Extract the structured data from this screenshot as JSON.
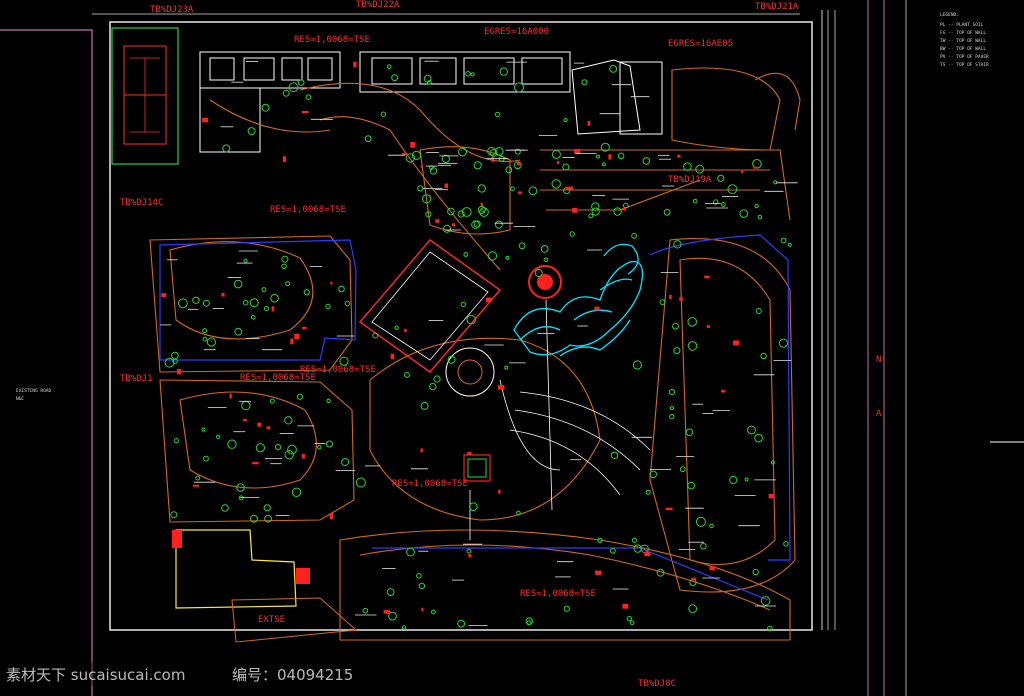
{
  "plan": {
    "boundary_labels": {
      "north_top": "TB%DJ23A",
      "north_top_center": "TB%DJ22A",
      "north_top_right": "TB%DJ21A",
      "west": "TB%DJ14C",
      "west_lower": "TB%DJ1",
      "south": "TB%DJ8C",
      "east": "TB%DJ19A"
    },
    "zone_labels": {
      "z1": "RES=1,0068=TSE",
      "z2": "EGRES=16A000",
      "z3": "RES=1,0068=TSE",
      "z4": "EGRES=16AE05",
      "z5": "RES=1,0068=TSE",
      "z6": "RES=1,0068=TSE",
      "z7": "RES=1,0068=TSE",
      "z8": "RES=1,0068=TSE",
      "south_block": "EXTSE"
    },
    "north_arrow": "N",
    "east_marker": "A",
    "legend": {
      "title": "LEGEND:",
      "items": [
        "PL  -- PLANT SOIL",
        "FG  -- TOP OF WALL",
        "TW  -- TOP OF WALL",
        "BW  -- TOP OF WALL",
        "PV  -- TOP OF PAVER",
        "TS  -- TOP OF STAIR"
      ]
    },
    "side_note": [
      "EXISTING ROAD",
      "N&C"
    ]
  },
  "watermark": {
    "site": "素材天下 sucaisucai.com",
    "id": "编号：04094215"
  },
  "colors": {
    "background": "#000000",
    "boundary": "#e8e8e8",
    "road_pink": "#c86fb0",
    "building": "#ffffff",
    "landscape": "#d2691e",
    "water": "#00e5ff",
    "planting": "#27d62e",
    "text": "#ff2a2a",
    "path_blue": "#2a3cff",
    "court": "#27d62e",
    "feature_red": "#ff2020",
    "yellow": "#ffea3b"
  }
}
